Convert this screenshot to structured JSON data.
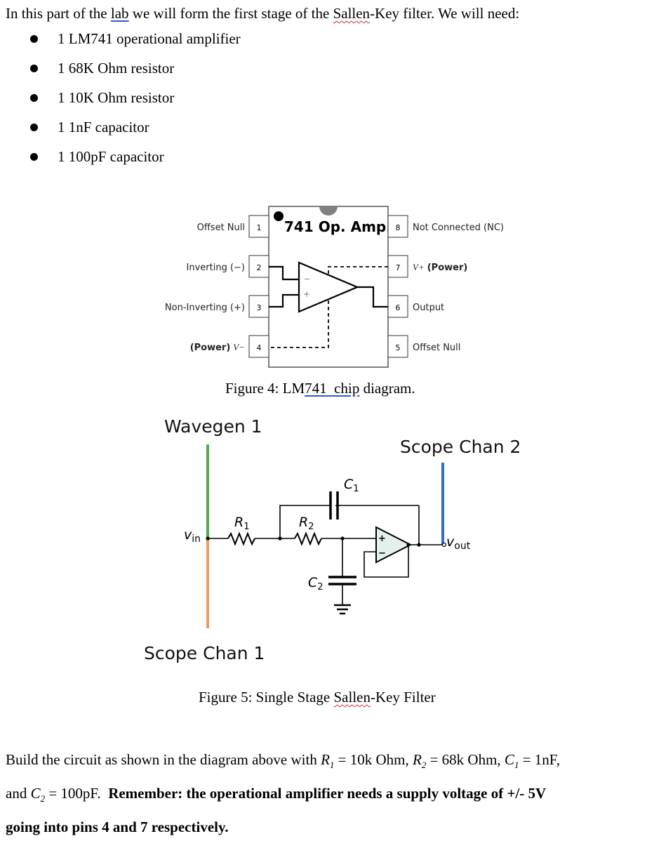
{
  "intro": {
    "before_lab": "In this part of the ",
    "lab_word": "lab",
    "middle": " we will form the first stage of the ",
    "sallen_word": "Sallen",
    "after": "-Key filter.  We will need:"
  },
  "parts_list": [
    "1 LM741 operational amplifier",
    "1 68K Ohm resistor",
    "1 10K Ohm resistor",
    "1 1nF capacitor",
    "1 100pF capacitor"
  ],
  "chip_diagram": {
    "title": "741 Op. Amp.",
    "pins_left": [
      {
        "number": "1",
        "label": "Offset Null"
      },
      {
        "number": "2",
        "label": "Inverting (−)"
      },
      {
        "number": "3",
        "label": "Non-Inverting (+)"
      },
      {
        "number": "4",
        "label_prefix": "(Power)",
        "label_suffix": "V−"
      }
    ],
    "pins_right": [
      {
        "number": "8",
        "label": "Not Connected (NC)"
      },
      {
        "number": "7",
        "label_prefix": "V+",
        "label_suffix": "(Power)"
      },
      {
        "number": "6",
        "label": "Output"
      },
      {
        "number": "5",
        "label": "Offset Null"
      }
    ],
    "opamp_minus": "−",
    "opamp_plus": "+"
  },
  "figure4_caption": {
    "before": "Figure 4: LM",
    "underlined": "741  chip",
    "after": " diagram."
  },
  "circuit": {
    "wavegen_label": "Wavegen 1",
    "scope_chan2_label": "Scope Chan 2",
    "scope_chan1_label": "Scope Chan 1",
    "vin": "v",
    "vin_sub": "in",
    "vout": "v",
    "vout_sub": "out",
    "r1": "R",
    "r1_sub": "1",
    "r2": "R",
    "r2_sub": "2",
    "c1": "C",
    "c1_sub": "1",
    "c2": "C",
    "c2_sub": "2",
    "opamp_plus": "+",
    "opamp_minus": "−",
    "colors": {
      "wavegen_wire": "#4caf50",
      "scope1_wire": "#e8a060",
      "scope2_wire": "#2f6fc4",
      "opamp_fill": "#e4f0ee"
    }
  },
  "figure5_caption": {
    "before": "Figure 5: Single Stage ",
    "sallen_word": "Sallen",
    "after": "-Key Filter"
  },
  "closing": {
    "line1_a": "Build the circuit as shown in the diagram above with ",
    "r1_sym": "R",
    "r1_sub": "1",
    "line1_b": " = 10k Ohm, ",
    "r2_sym": "R",
    "r2_sub": "2",
    "line1_c": " = 68k Ohm, ",
    "c1_sym": "C",
    "c1_sub": "1",
    "line1_d": " = 1nF,",
    "line2_a": "and ",
    "c2_sym": "C",
    "c2_sub": "2",
    "line2_b": " = 100pF.  ",
    "line2_bold": "Remember: the operational amplifier needs a supply voltage of +/- 5V",
    "line3_bold": "going into pins 4 and 7 respectively."
  }
}
